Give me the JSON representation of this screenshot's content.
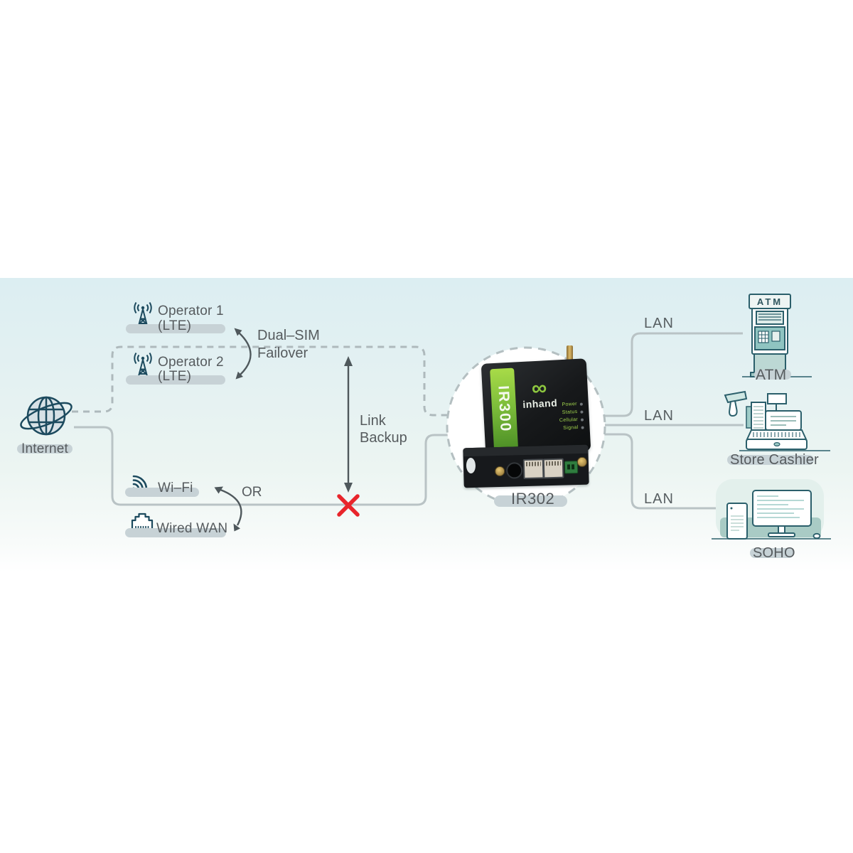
{
  "colors": {
    "band_top": "#dceef2",
    "band_bottom": "#ffffff",
    "solid_line": "#b9c3c5",
    "dashed_line": "#aeb9bc",
    "arrow": "#4f585c",
    "error_red": "#e8252b",
    "text": "#565b5e",
    "pill": "#c7d2d6",
    "icon_stroke": "#1c4a5e",
    "teal_outline": "#2b5f6b",
    "teal_fill": "#9ecbc7",
    "device_green": "#7ebe3b"
  },
  "icons": {
    "inhand_logo": "∞"
  },
  "nodes": {
    "internet": {
      "label": "Internet"
    },
    "operator1": {
      "line1": "Operator 1",
      "line2": "(LTE)"
    },
    "operator2": {
      "line1": "Operator 2",
      "line2": "(LTE)"
    },
    "wifi": {
      "label": "Wi–Fi"
    },
    "wired_wan": {
      "label": "Wired WAN"
    },
    "atm": {
      "label": "ATM",
      "sign": "ATM"
    },
    "store_cashier": {
      "label": "Store Cashier"
    },
    "soho": {
      "label": "SOHO"
    }
  },
  "router": {
    "label": "IR302",
    "model_side": "IR300",
    "brand": "inhand",
    "leds": [
      "Power",
      "Status",
      "Cellular",
      "Signal"
    ]
  },
  "annotations": {
    "dual_sim_1": "Dual–SIM",
    "dual_sim_2": "Failover",
    "link_1": "Link",
    "link_2": "Backup",
    "or": "OR",
    "lan_top": "LAN",
    "lan_mid": "LAN",
    "lan_bottom": "LAN"
  }
}
